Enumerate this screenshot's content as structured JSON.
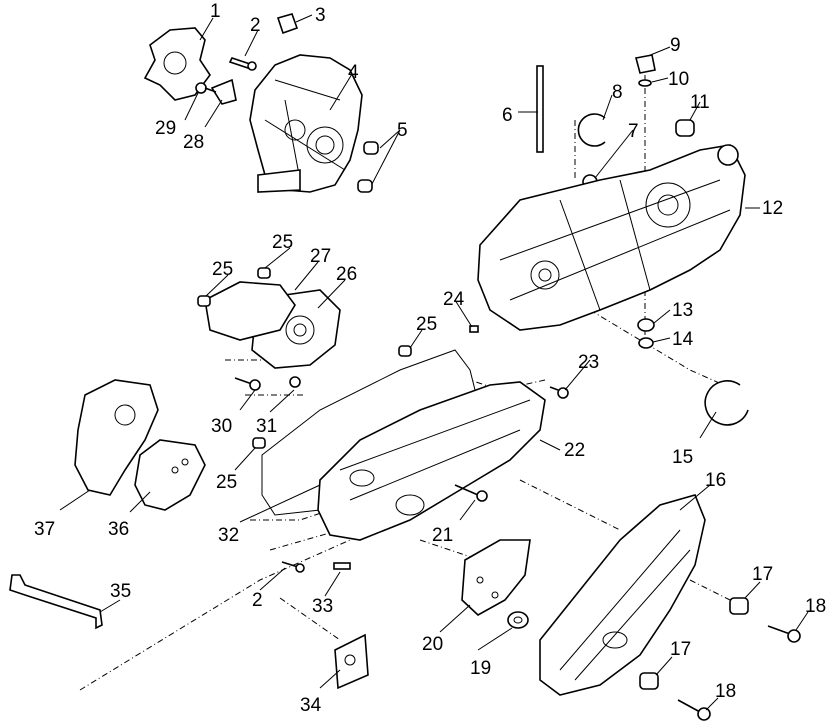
{
  "labels": [
    "1",
    "2",
    "3",
    "4",
    "5",
    "29",
    "28",
    "6",
    "8",
    "7",
    "9",
    "10",
    "11",
    "12",
    "13",
    "14",
    "15",
    "25",
    "25",
    "27",
    "26",
    "24",
    "25",
    "23",
    "22",
    "30",
    "31",
    "25",
    "32",
    "37",
    "36",
    "21",
    "2",
    "33",
    "35",
    "20",
    "19",
    "34",
    "16",
    "17",
    "18",
    "17",
    "18"
  ]
}
